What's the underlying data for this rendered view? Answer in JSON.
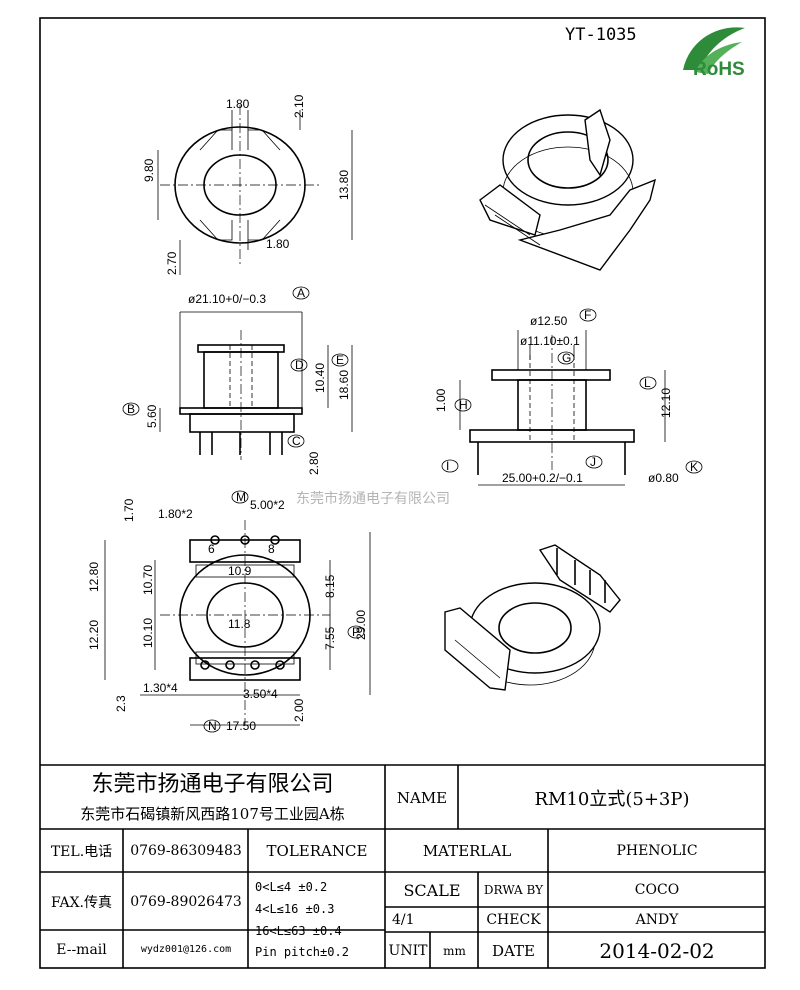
{
  "drawing": {
    "part_number": "YT-1035",
    "rohs_label": "RoHS",
    "watermark": "东莞市扬通电子有限公司"
  },
  "dimensions": {
    "top": {
      "d1": "1.80",
      "d2": "2.10",
      "d3": "9.80",
      "d4": "13.80",
      "d5": "1.80",
      "d6": "2.70"
    },
    "front": {
      "dia_a": "ø21.10+0/−0.3",
      "b": "5.60",
      "d": "10.40",
      "e": "18.60",
      "c": "2.80"
    },
    "side": {
      "f": "ø12.50",
      "g": "ø11.10±0.1",
      "h": "1.00",
      "l": "12.10",
      "i": "25.00+0.2/−0.1",
      "k": "ø0.80"
    },
    "bottom": {
      "m1": "1.70",
      "m2": "1.80*2",
      "m3": "5.00*2",
      "m4": "12.80",
      "m5": "10.70",
      "m6": "10.9",
      "m7": "8.15",
      "m8": "29.00",
      "m9": "12.20",
      "m10": "10.10",
      "m11": "11.8",
      "m12": "7.55",
      "m13": "1.30*4",
      "m14": "3.50*4",
      "m15": "2.3",
      "m16": "2.00",
      "m17": "17.50",
      "pin6": "6",
      "pin8": "8"
    },
    "callouts": [
      "A",
      "B",
      "C",
      "D",
      "E",
      "F",
      "G",
      "H",
      "I",
      "J",
      "K",
      "L",
      "M",
      "N",
      "P"
    ]
  },
  "title_block": {
    "company_name": "东莞市扬通电子有限公司",
    "company_address": "东莞市石碣镇新风西路107号工业园A栋",
    "name_label": "NAME",
    "name_value": "RM10立式(5+3P)",
    "tel_label": "TEL.电话",
    "tel_value": "0769-86309483",
    "fax_label": "FAX.传真",
    "fax_value": "0769-89026473",
    "email_label": "E--mail",
    "email_value": "wydz001@126.com",
    "tolerance_label": "TOLERANCE",
    "tol1": "0<L≤4   ±0.2",
    "tol2": "4<L≤16  ±0.3",
    "tol3": "16<L≤63 ±0.4",
    "tol4": "Pin pitch±0.2",
    "material_label": "MATERLAL",
    "material_value": "PHENOLIC",
    "scale_label": "SCALE",
    "scale_value": "4/1",
    "drawn_label": "DRWA BY",
    "drawn_value": "COCO",
    "check_label": "CHECK",
    "check_value": "ANDY",
    "unit_label": "UNIT",
    "unit_value": "mm",
    "date_label": "DATE",
    "date_value": "2014-02-02"
  }
}
